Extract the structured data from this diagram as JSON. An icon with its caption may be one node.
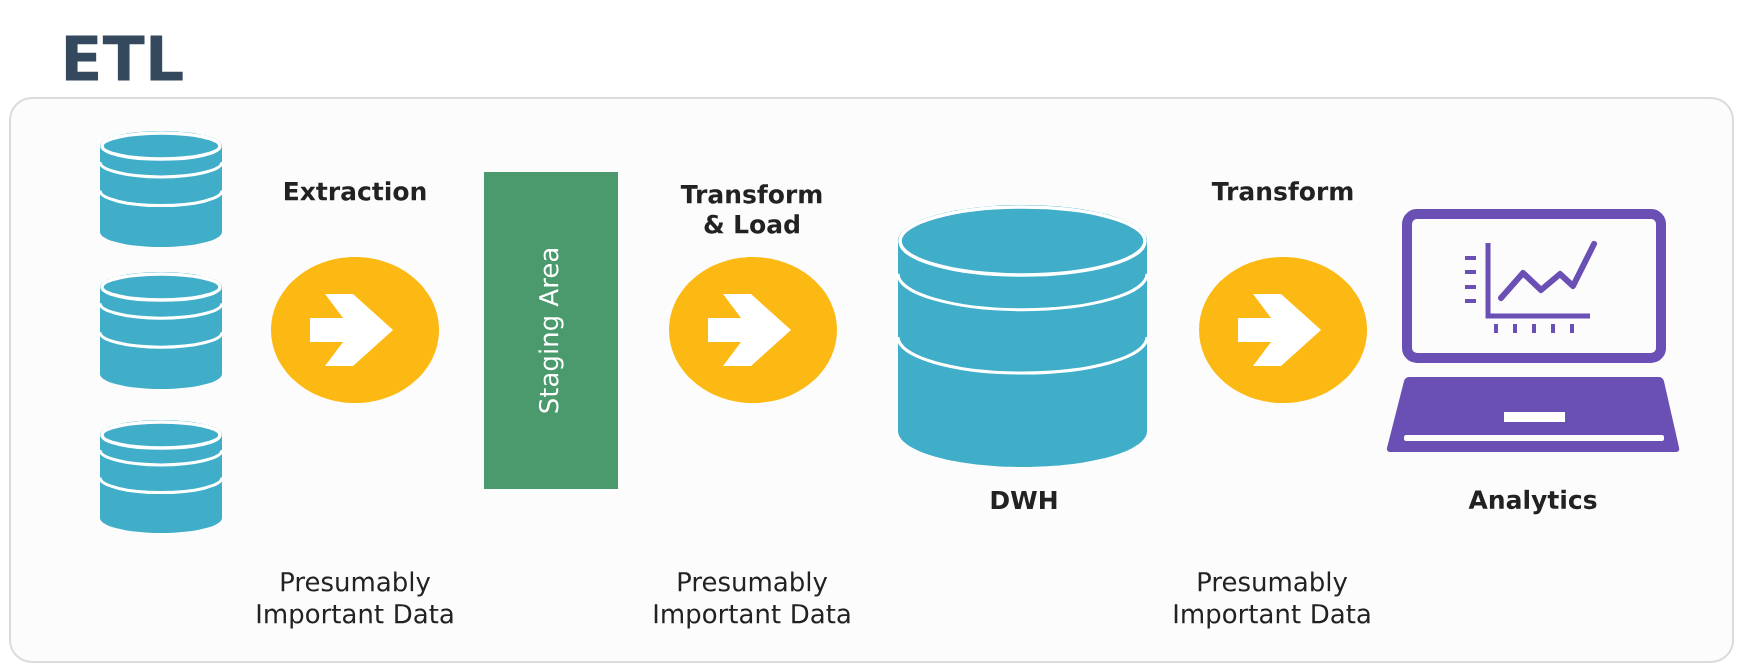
{
  "diagram": {
    "title": "ETL",
    "nodes": [
      {
        "text": [],
        "shape": "cylinder"
      },
      {
        "text": [],
        "shape": "cylinder"
      },
      {
        "text": [],
        "shape": "cylinder"
      },
      {
        "text": [
          "Extraction"
        ]
      },
      {
        "text": [
          "Staging Area"
        ]
      },
      {
        "text": [
          "Transform & Load"
        ]
      },
      {
        "text": [
          "DWH"
        ]
      },
      {
        "text": [
          "Transform"
        ]
      },
      {
        "text": [
          "Analytics"
        ]
      }
    ],
    "labels": [
      "Presumably Important Data",
      "Presumably Important Data",
      "Presumably Important Data"
    ]
  }
}
